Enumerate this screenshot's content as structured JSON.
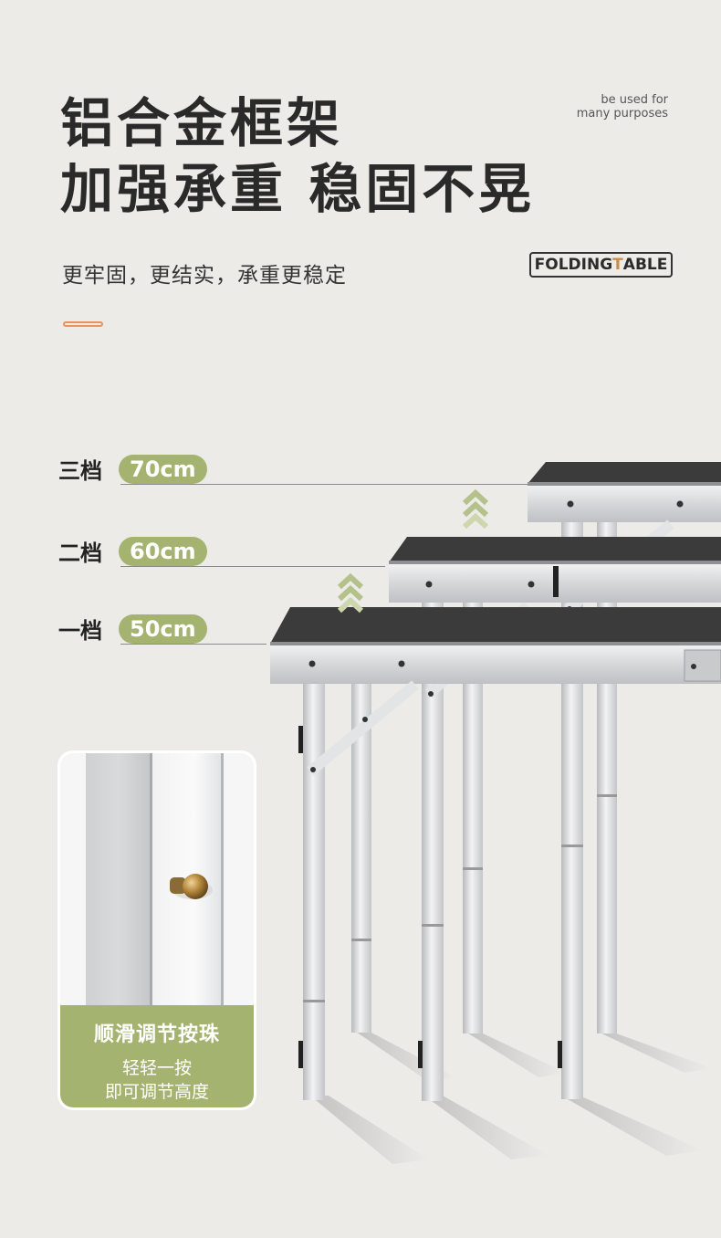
{
  "header": {
    "title_line1": "铝合金框架",
    "title_line2": "加强承重 稳固不晃",
    "tagline_line1": "be used for",
    "tagline_line2": "many purposes",
    "subtitle": "更牢固，更结实，承重更稳定",
    "badge_main": "FOLDING ",
    "badge_accent": "T",
    "badge_tail": "ABLE"
  },
  "levels": [
    {
      "label": "三档",
      "value": "70cm"
    },
    {
      "label": "二档",
      "value": "60cm"
    },
    {
      "label": "一档",
      "value": "50cm"
    }
  ],
  "detail": {
    "title": "顺滑调节按珠",
    "line1": "轻轻一按",
    "line2": "即可调节高度"
  },
  "colors": {
    "background": "#ecebe8",
    "accent_green": "#a4b370",
    "accent_orange": "#e8925e",
    "badge_accent": "#c98d4a",
    "tabletop": "#3a3a3a",
    "aluminum": "#d9dadc"
  },
  "icons": [
    "up-chevron-icon",
    "up-chevron-icon"
  ]
}
